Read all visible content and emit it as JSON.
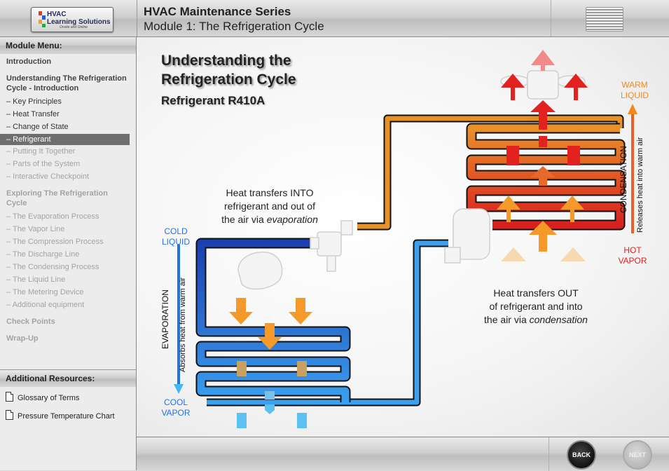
{
  "header": {
    "logo_text": "HVAC\nLearning Solutions",
    "logo_sub": "Onsite and Online",
    "series_title": "HVAC Maintenance Series",
    "module_title": "Module 1: The Refrigeration Cycle"
  },
  "sidebar": {
    "menu_heading": "Module Menu:",
    "items": [
      {
        "label": "Introduction",
        "kind": "sec"
      },
      {
        "label": "Understanding The Refrigeration Cycle - Introduction",
        "kind": "sec"
      },
      {
        "label": "– Key Principles",
        "kind": "sub"
      },
      {
        "label": "– Heat Transfer",
        "kind": "sub"
      },
      {
        "label": "– Change of State",
        "kind": "sub"
      },
      {
        "label": "– Refrigerant",
        "kind": "active"
      },
      {
        "label": "– Putting It Together",
        "kind": "dim"
      },
      {
        "label": "– Parts of the System",
        "kind": "dim"
      },
      {
        "label": "– Interactive Checkpoint",
        "kind": "dim"
      },
      {
        "label": "Exploring The Refrigeration Cycle",
        "kind": "secdim"
      },
      {
        "label": "– The Evaporation Process",
        "kind": "dim"
      },
      {
        "label": "– The Vapor Line",
        "kind": "dim"
      },
      {
        "label": "– The Compression Process",
        "kind": "dim"
      },
      {
        "label": "– The Discharge Line",
        "kind": "dim"
      },
      {
        "label": "– The Condensing Process",
        "kind": "dim"
      },
      {
        "label": "– The Liquid Line",
        "kind": "dim"
      },
      {
        "label": "– The Metering Device",
        "kind": "dim"
      },
      {
        "label": "– Additional equipment",
        "kind": "dim"
      },
      {
        "label": "Check Points",
        "kind": "secdim"
      },
      {
        "label": "Wrap-Up",
        "kind": "secdim"
      }
    ],
    "resources_heading": "Additional Resources:",
    "resources": [
      "Glossary of Terms",
      "Pressure Temperature Chart"
    ]
  },
  "main": {
    "title": "Understanding the\nRefrigeration Cycle",
    "subtitle": "Refrigerant R410A",
    "heat_into": "Heat transfers INTO",
    "heat_into_2": "refrigerant and out of",
    "heat_into_3a": "the air via ",
    "heat_into_3b": "evaporation",
    "heat_out": "Heat transfers OUT",
    "heat_out_2": "of refrigerant and into",
    "heat_out_3a": "the air via ",
    "heat_out_3b": "condensation",
    "cold_liquid": "COLD\nLIQUID",
    "cool_vapor": "COOL\nVAPOR",
    "warm_liquid": "WARM\nLIQUID",
    "hot_vapor": "HOT\nVAPOR",
    "evaporation": "EVAPORATION",
    "absorbs": "Absorbs heat from warm air",
    "condensation": "CONDENSATION",
    "releases": "Releases heat into warm air"
  },
  "footer": {
    "back": "BACK",
    "next": "NEXT"
  },
  "colors": {
    "cold_blue": "#2272e6",
    "warm_orange": "#f28a1a",
    "hot_red": "#e3211f",
    "active_bg": "#6e6e6e"
  }
}
